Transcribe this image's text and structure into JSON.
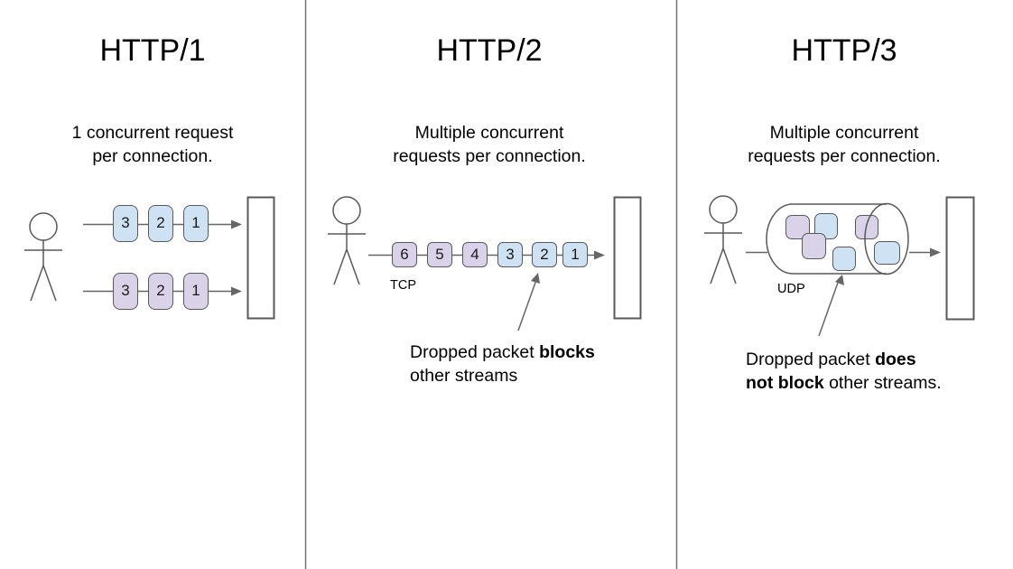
{
  "panels": [
    {
      "title": "HTTP/1",
      "subtitle_line1": "1 concurrent request",
      "subtitle_line2": "per connection.",
      "streams": [
        {
          "color": "blue",
          "packets": [
            "3",
            "2",
            "1"
          ]
        },
        {
          "color": "purple",
          "packets": [
            "3",
            "2",
            "1"
          ]
        }
      ]
    },
    {
      "title": "HTTP/2",
      "subtitle_line1": "Multiple concurrent",
      "subtitle_line2": "requests per connection.",
      "protocol_label": "TCP",
      "packets": [
        "6",
        "5",
        "4",
        "3",
        "2",
        "1"
      ],
      "packet_colors": [
        "purple",
        "purple",
        "purple",
        "blue",
        "blue",
        "blue"
      ],
      "annotation": {
        "line1_pre": "Dropped packet ",
        "line1_bold": "blocks",
        "line2": "other streams"
      }
    },
    {
      "title": "HTTP/3",
      "subtitle_line1": "Multiple concurrent",
      "subtitle_line2": "requests per connection.",
      "protocol_label": "UDP",
      "tunnel_packet_colors": [
        "purple",
        "blue",
        "purple",
        "purple",
        "blue",
        "blue"
      ],
      "annotation": {
        "line1_pre": "Dropped packet ",
        "line1_bold": "does",
        "line2_bold": "not block",
        "line2_post": " other streams."
      }
    }
  ],
  "icons": [
    "stick-figure-client",
    "server-box",
    "arrow-right",
    "udp-tunnel"
  ],
  "colors": {
    "packet_blue": "#cfe2f3",
    "packet_purple": "#d9d2e9",
    "outline_gray": "#595959",
    "line_gray": "#666666",
    "divider_gray": "#737373",
    "text_black": "#000000"
  }
}
